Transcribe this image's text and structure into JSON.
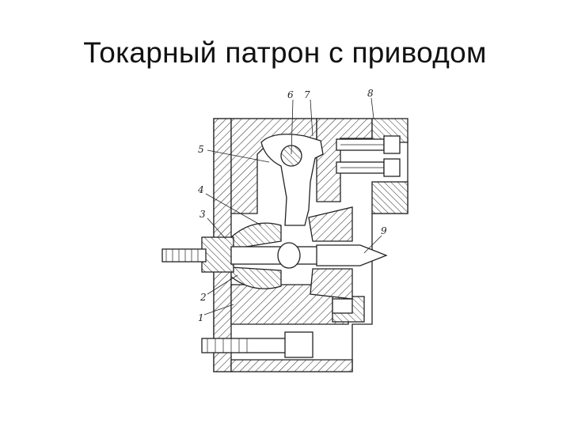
{
  "slide": {
    "title": "Токарный патрон с приводом"
  },
  "drawing": {
    "callouts": [
      "1",
      "2",
      "3",
      "4",
      "5",
      "6",
      "7",
      "8",
      "9"
    ]
  }
}
